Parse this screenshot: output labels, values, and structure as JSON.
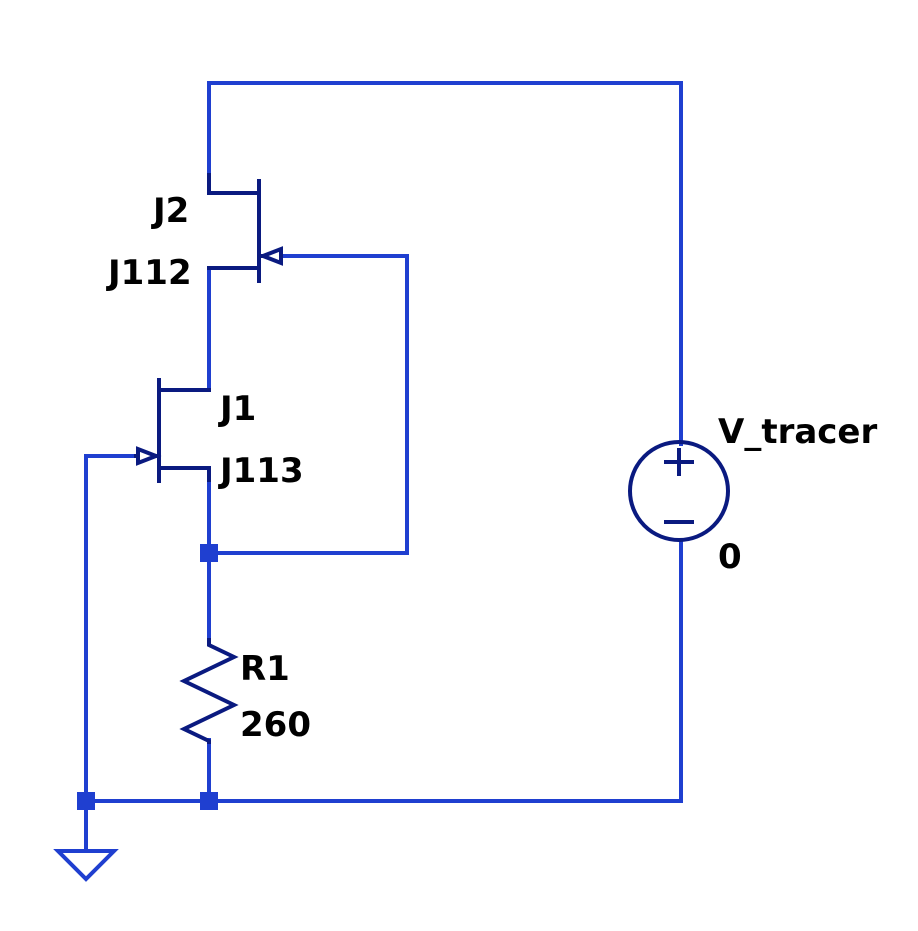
{
  "components": {
    "j2": {
      "ref": "J2",
      "value": "J112"
    },
    "j1": {
      "ref": "J1",
      "value": "J113"
    },
    "r1": {
      "ref": "R1",
      "value": "260"
    },
    "v1": {
      "ref": "V_tracer",
      "value": "0",
      "plus": "+",
      "minus": "−"
    }
  },
  "colors": {
    "wire": "#1f3fd0",
    "component": "#0a1a80",
    "label": "#000000",
    "background": "#ffffff"
  }
}
